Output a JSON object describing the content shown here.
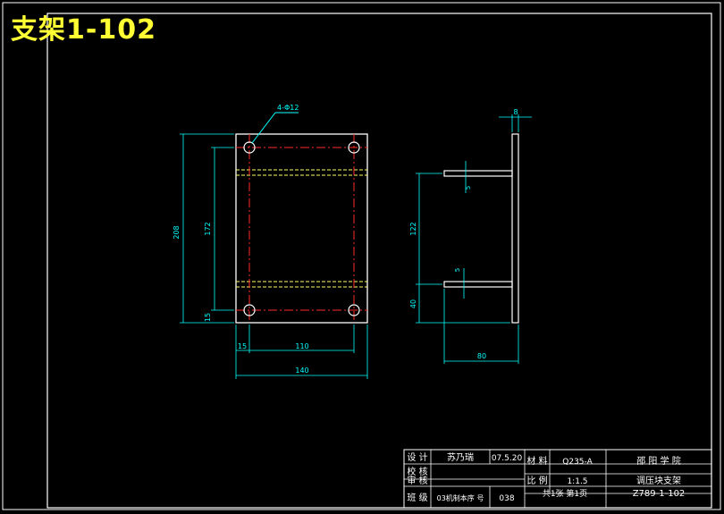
{
  "header": {
    "title": "支架1-102"
  },
  "colors": {
    "background": "#000000",
    "frame": "#ffffff",
    "outline": "#ffffff",
    "dimension": "#00ffff",
    "centerline": "#ff2a2a",
    "hidden": "#ffff66",
    "title_text": "#ffff33"
  },
  "front_view": {
    "hole_callout": "4-Φ12",
    "dims": {
      "overall_height": "208",
      "hole_spacing_v": "172",
      "edge_bottom": "15",
      "edge_left": "15",
      "hole_spacing_h": "110",
      "overall_width": "140"
    }
  },
  "side_view": {
    "dims": {
      "plate_thickness": "8",
      "flange_thickness_top": "5",
      "flange_spacing": "122",
      "flange_thickness_bottom": "5",
      "bottom_offset": "40",
      "flange_length": "80"
    }
  },
  "title_block": {
    "rows": [
      {
        "label": "设 计",
        "value": "苏乃瑞",
        "date": "07.5.20",
        "label2": "材 料",
        "value2": "Q235-A"
      },
      {
        "label": "校 核",
        "value": "",
        "date": "",
        "label2": "",
        "value2": ""
      },
      {
        "label": "审 核",
        "value": "",
        "date": "",
        "label2": "比 例",
        "value2": "1:1.5"
      },
      {
        "label": "班 级",
        "value": "03机制本序 号",
        "date": "038",
        "label2": "共1张 第1页",
        "value2": ""
      }
    ],
    "school": "邵 阳 学 院",
    "part_name": "调压块支架",
    "drawing_no": "Z789-1-102"
  }
}
